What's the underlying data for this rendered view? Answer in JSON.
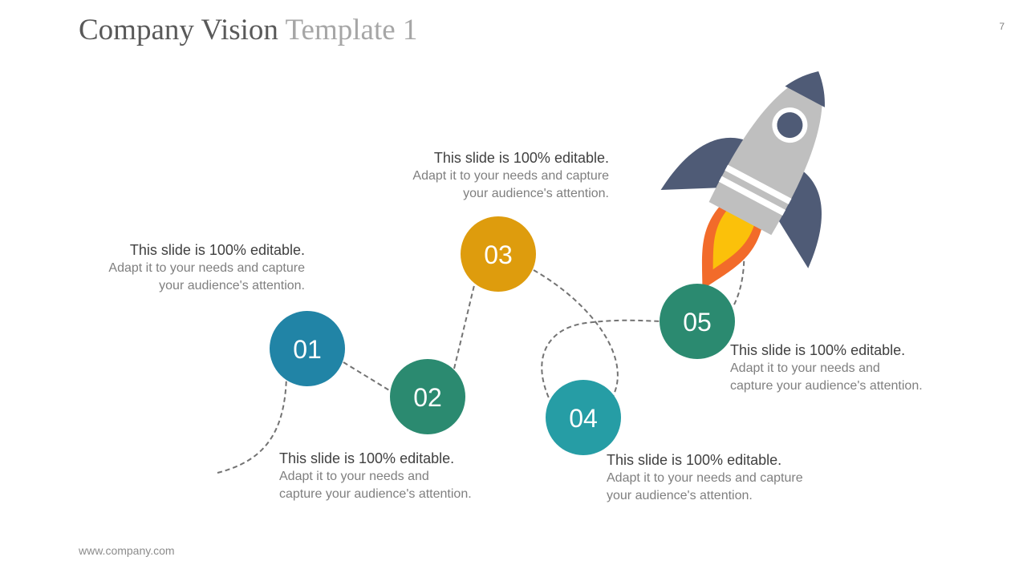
{
  "slide": {
    "title_main": "Company Vision",
    "title_accent": "Template 1",
    "page_number": "7",
    "footer_url": "www.company.com"
  },
  "steps": [
    {
      "number": "01",
      "color": "#2184a6",
      "heading": "This slide is 100% editable.",
      "lines": [
        "Adapt it to your needs and capture",
        "your audience's attention."
      ]
    },
    {
      "number": "02",
      "color": "#2b8a70",
      "heading": "This slide is 100% editable.",
      "lines": [
        "Adapt it to your needs and",
        "capture your audience's attention."
      ]
    },
    {
      "number": "03",
      "color": "#de9c0d",
      "heading": "This slide is 100% editable.",
      "lines": [
        "Adapt it to your needs and capture",
        "your audience's attention."
      ]
    },
    {
      "number": "04",
      "color": "#269da5",
      "heading": "This slide is 100% editable.",
      "lines": [
        "Adapt it to your needs and capture",
        "your audience's attention."
      ]
    },
    {
      "number": "05",
      "color": "#2b8a70",
      "heading": "This slide is 100% editable.",
      "lines": [
        "Adapt it to your needs and",
        "capture your audience's attention."
      ]
    }
  ],
  "rocket": {
    "icon": "rocket-icon",
    "body_color": "#bfbfbf",
    "fin_color": "#4f5b76",
    "window_color": "#4f5b76",
    "flame_outer_color": "#f26b2a",
    "flame_inner_color": "#fbc10a"
  },
  "path_color": "#737373"
}
